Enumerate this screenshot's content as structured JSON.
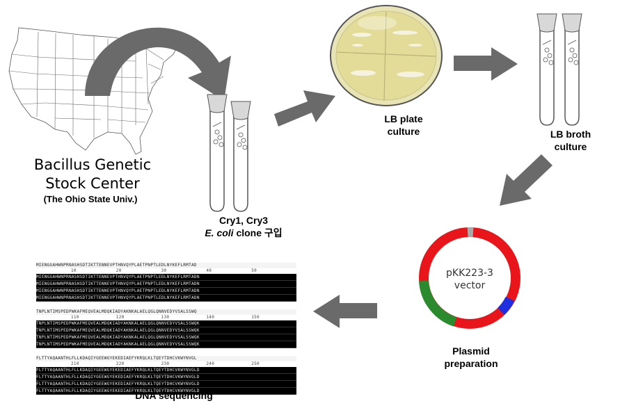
{
  "source": {
    "line1": "Bacillus Genetic",
    "line2": "Stock Center",
    "line3": "(The Ohio State Univ.)"
  },
  "clone": {
    "line1": "Cry1, Cry3",
    "species": "E. coli",
    "rest": " clone 구입"
  },
  "plate": {
    "line1": "LB plate",
    "line2": "culture"
  },
  "broth": {
    "line1": "LB broth",
    "line2": "culture"
  },
  "plasmid": {
    "name_line1": "pKK223-3",
    "name_line2": "vector",
    "caption_line1": "Plasmid",
    "caption_line2": "preparation",
    "colors": {
      "main": "#e8161a",
      "green": "#2b8a2e",
      "blue": "#1f2fe0",
      "gray": "#aaaaaa"
    }
  },
  "sequencing": {
    "caption": "DNA sequencing",
    "blocks": [
      {
        "top": "MIENGGAHWNPRNASHSDTIKTTENNEVPTHNVQYPLAETPNPTLEDLNYKEFLRMTAD",
        "ticks": [
          "10",
          "20",
          "30",
          "40",
          "50"
        ],
        "rows": [
          "MIENGGAHWNPRNASHSDTIKTTENNEVPTHNVQYPLAETPNPTLEDLNYKEFLRMTADN",
          "MIENGGAHWNPRNASHSDTIKTTENNEVPTHNVQYPLAETPNPTLEDLNYKEFLRMTADN",
          "MIENGGAHWNPRNASHSDTIKTTENNEVPTHNVQYPLAETPNPTLEDLNYKEFLRMTADN",
          "MIENGGAHWNPRNASHSDTIKTTENNEVPTHNVQYPLAETPNPTLEDLNYKEFLRMTADN"
        ]
      },
      {
        "top": "TNPLNTIMSPEDPWKAFMEQVEALMDQKIADYAKNKALAELQGLQNNVEDYVSALSSWQ",
        "ticks": [
          "110",
          "120",
          "130",
          "140",
          "150"
        ],
        "rows": [
          "TNPLNTIMSPEDPWKAFMEQVEALMDQKIADYAKNKALAELQGLQNNVEDYVSALSSWQK",
          "TNPLNTIMSPEDPWKAFMEQVEALMDQKIADYAKNKALAELQGLQNNVEDYVSALSSWQK",
          "TNPLNTIMSPEDPWKAFMEQVEALMDQKIADYAKNKALAELQGLQNNVEDYVSALSSWQK",
          "TNPLNTIMSPEDPWKAFMEQVEALMDQKIADYAKNKALAELQGLQNNVEDYVSALSSWQK"
        ]
      },
      {
        "top": "FLTTYAQAANTHLFLLKDAQIYGEEWGYEKEDIAEFYKRQLKLTQEYTDHCVKWYNVGL",
        "ticks": [
          "210",
          "220",
          "230",
          "240",
          "250"
        ],
        "rows": [
          "FLTTYAQAANTHLFLLKDAQIYGEEWGYEKEDIAEFYKRQLKLTQEYTDHCVKWYNVGLD",
          "FLTTYAQAANTHLFLLKDAQIYGEEWGYEKEDIAEFYKRQLKLTQEYTDHCVKWYNVGLD",
          "FLTTYAQAANTHLFLLKDAQIYGEEWGYEKEDIAEFYKRQLKLTQEYTDHCVKWYNVGLD",
          "FLTTYAQAANTHLFLLKDAQIYGEEWGYEKEDIAEFYKRQLKLTQEYTDHCVKWYNVGLD"
        ]
      }
    ]
  }
}
